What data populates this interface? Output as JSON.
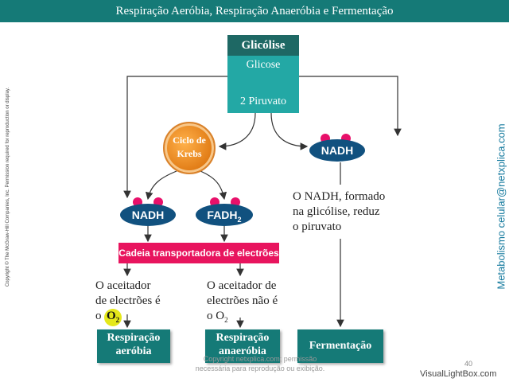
{
  "title": "Respiração Aeróbia, Respiração Anaeróbia e Fermentação",
  "glicolise": {
    "header": "Glicólise",
    "input": "Glicose",
    "output": "2 Piruvato"
  },
  "krebs": {
    "line1": "Ciclo de",
    "line2": "Krebs"
  },
  "carriers": {
    "nadh_left": "NADH",
    "fadh2": "FADH",
    "fadh2_sub": "2",
    "nadh_right": "NADH"
  },
  "chain": "Cadeia transportadora de electrões",
  "notes": {
    "aerobic_line1": "O aceitador",
    "aerobic_line2": "de electrões é",
    "aerobic_line3": "o",
    "aerobic_o2": "O",
    "aerobic_o2_sub": "2",
    "anaerobic_line1": "O aceitador de",
    "anaerobic_line2": "electrões não é",
    "anaerobic_line3": "o O",
    "anaerobic_sub": "2",
    "ferm_line1": "O NADH, formado",
    "ferm_line2": "na glicólise, reduz",
    "ferm_line3": "o piruvato"
  },
  "results": {
    "aerobic_line1": "Respiração",
    "aerobic_line2": "aeróbia",
    "anaerobic_line1": "Respiração",
    "anaerobic_line2": "anaeróbia",
    "fermentation": "Fermentação"
  },
  "copyright_side": "Copyright © The McGraw-Hill Companies, Inc. Permission required for reproduction or display.",
  "watermark_side": "Metabolismo celular@netxplica.com",
  "footer_copy_line1": "Copyright netxplica.com; permissão",
  "footer_copy_line2": "necessária para reprodução ou exibição.",
  "page_number": "40",
  "visuallightbox": "VisualLightBox.com",
  "colors": {
    "teal": "#157a77",
    "navy": "#11517f",
    "pink": "#e8145e",
    "orange": "#e07a14",
    "yellow": "#e5e81a"
  }
}
